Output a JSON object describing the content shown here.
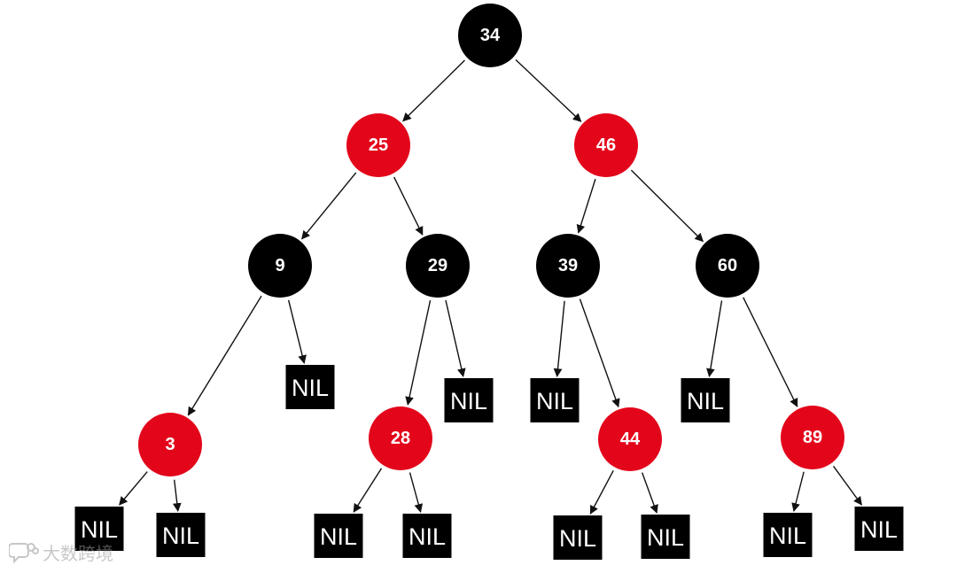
{
  "colors": {
    "red": "#e3061b",
    "black": "#000000",
    "edge": "#111111",
    "text": "#ffffff"
  },
  "nodes": [
    {
      "id": "n34",
      "label": "34",
      "color": "black"
    },
    {
      "id": "n25",
      "label": "25",
      "color": "red"
    },
    {
      "id": "n46",
      "label": "46",
      "color": "red"
    },
    {
      "id": "n9",
      "label": "9",
      "color": "black"
    },
    {
      "id": "n29",
      "label": "29",
      "color": "black"
    },
    {
      "id": "n39",
      "label": "39",
      "color": "black"
    },
    {
      "id": "n60",
      "label": "60",
      "color": "black"
    },
    {
      "id": "n3",
      "label": "3",
      "color": "red"
    },
    {
      "id": "n28",
      "label": "28",
      "color": "red"
    },
    {
      "id": "n44",
      "label": "44",
      "color": "red"
    },
    {
      "id": "n89",
      "label": "89",
      "color": "red"
    }
  ],
  "nil_leaves": [
    {
      "id": "nil-9r",
      "label": "NIL"
    },
    {
      "id": "nil-29r",
      "label": "NIL"
    },
    {
      "id": "nil-39l",
      "label": "NIL"
    },
    {
      "id": "nil-60l",
      "label": "NIL"
    },
    {
      "id": "nil-3l",
      "label": "NIL"
    },
    {
      "id": "nil-3r",
      "label": "NIL"
    },
    {
      "id": "nil-28l",
      "label": "NIL"
    },
    {
      "id": "nil-28r",
      "label": "NIL"
    },
    {
      "id": "nil-44l",
      "label": "NIL"
    },
    {
      "id": "nil-44r",
      "label": "NIL"
    },
    {
      "id": "nil-89l",
      "label": "NIL"
    },
    {
      "id": "nil-89r",
      "label": "NIL"
    }
  ],
  "edges": [
    [
      "n34",
      "n25"
    ],
    [
      "n34",
      "n46"
    ],
    [
      "n25",
      "n9"
    ],
    [
      "n25",
      "n29"
    ],
    [
      "n46",
      "n39"
    ],
    [
      "n46",
      "n60"
    ],
    [
      "n9",
      "n3"
    ],
    [
      "n9",
      "nil-9r"
    ],
    [
      "n29",
      "n28"
    ],
    [
      "n29",
      "nil-29r"
    ],
    [
      "n39",
      "nil-39l"
    ],
    [
      "n39",
      "n44"
    ],
    [
      "n60",
      "nil-60l"
    ],
    [
      "n60",
      "n89"
    ],
    [
      "n3",
      "nil-3l"
    ],
    [
      "n3",
      "nil-3r"
    ],
    [
      "n28",
      "nil-28l"
    ],
    [
      "n28",
      "nil-28r"
    ],
    [
      "n44",
      "nil-44l"
    ],
    [
      "n44",
      "nil-44r"
    ],
    [
      "n89",
      "nil-89l"
    ],
    [
      "n89",
      "nil-89r"
    ]
  ],
  "watermark": {
    "text": "大数跨境",
    "icon": "chat-bubble-icon"
  }
}
